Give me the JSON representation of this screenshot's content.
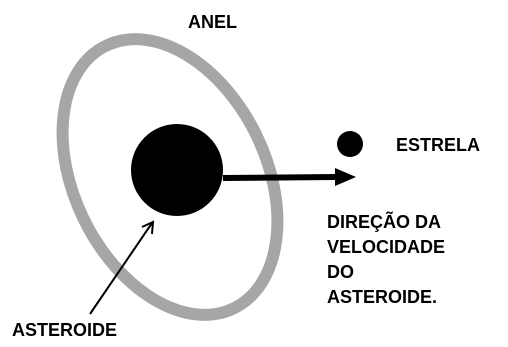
{
  "labels": {
    "ring": "ANEL",
    "star": "ESTRELA",
    "velocity": [
      "DIREÇÃO DA",
      "VELOCIDADE",
      "DO",
      "ASTEROIDE."
    ],
    "asteroid": "ASTEROIDE"
  },
  "colors": {
    "ring": "#a6a6a6",
    "body": "#000000",
    "background": "#ffffff"
  }
}
